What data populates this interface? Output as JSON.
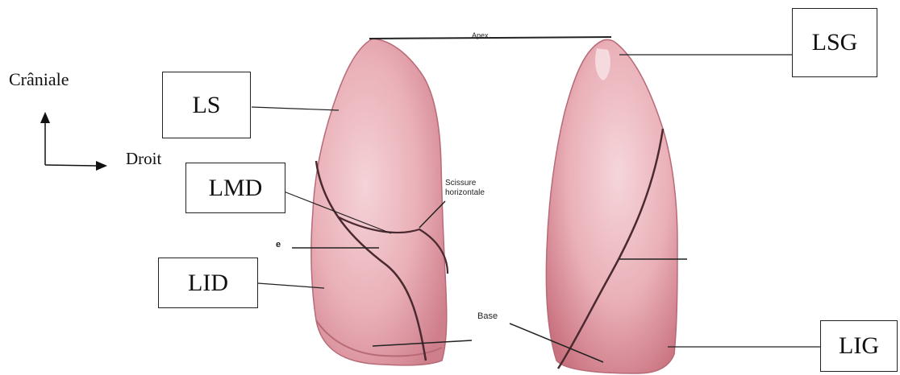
{
  "labels": {
    "ls": "LS",
    "lsg": "LSG",
    "lmd": "LMD",
    "lid": "LID",
    "lig": "LIG"
  },
  "orientation": {
    "cranial": "Crâniale",
    "right": "Droit"
  },
  "figure_text": {
    "apex": "Apex",
    "scissure_line1": "Scissure",
    "scissure_line2": "horizontale",
    "base": "Base",
    "cut_mark": "e"
  },
  "colors": {
    "lung_fill": "#e8a9b1",
    "lung_shade": "#c97e89",
    "fissure": "#4a2a30",
    "leader_line": "#222222"
  }
}
